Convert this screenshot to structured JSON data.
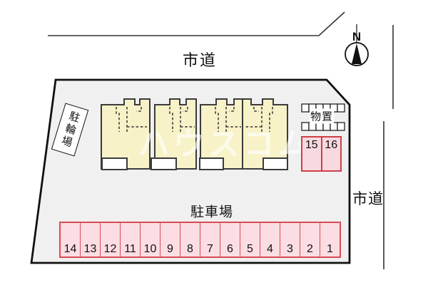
{
  "plan": {
    "road_label_top": "市道",
    "road_label_right": "市道",
    "bicycle_parking_label": "駐輪場",
    "storage_label": "物置",
    "parking_lot_label": "駐車場",
    "north_label": "N",
    "watermark": "ハウスコム",
    "building_units": 4,
    "parking_row_spaces": [
      "14",
      "13",
      "12",
      "11",
      "10",
      "9",
      "8",
      "7",
      "6",
      "5",
      "4",
      "3",
      "2",
      "1"
    ],
    "parking_side_spaces": [
      "15",
      "16"
    ],
    "colors": {
      "property_fill": "#f0f0f0",
      "building_fill": "#f8f2c8",
      "building_outline": "#3b3b3b",
      "parking_row_fill": "#fbdde3",
      "parking_row_border": "#d94b55",
      "parking_side_fill": "#f8d9df",
      "parking_side_border": "#ce4047",
      "boundary": "#111111"
    }
  }
}
